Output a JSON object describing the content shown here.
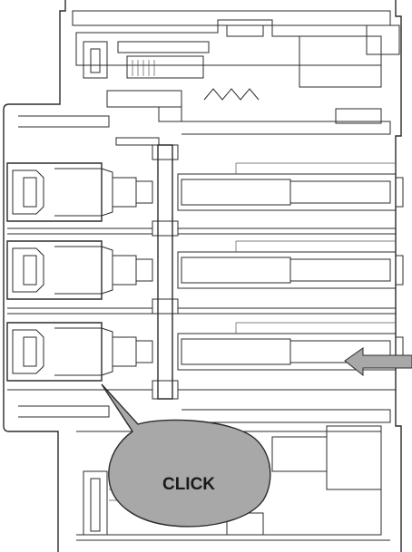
{
  "callout": {
    "label": "CLICK",
    "fill_color": "#a8a8a8"
  },
  "arrow": {
    "direction": "left",
    "fill_color": "#a8a8a8"
  },
  "drawing": {
    "line_color": "#2b2b2b",
    "background_color": "#ffffff",
    "terminal_rows": 3
  }
}
